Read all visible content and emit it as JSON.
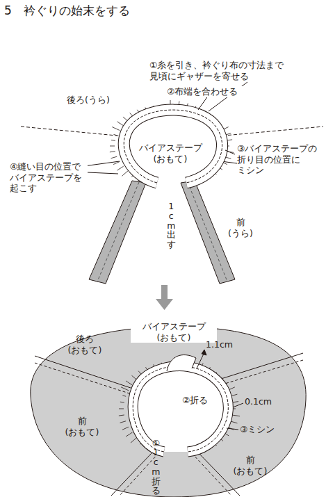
{
  "diagram": {
    "title": "5　衿ぐりの始末をする",
    "labels": [
      "①糸を引き、衿ぐり布の寸法まで 見頃にギャザーを寄せる",
      "②布端を合わせる",
      "後ろ(うら)",
      "バイアステープ (おもて)",
      "③バイアステープの 折り目の位置に ミシン",
      "④縫い目の位置で バイアステープを 起こす",
      "1cm出す",
      "前 (うら)",
      "後ろ (おもて)",
      "バイアステープ (おもて)",
      "1.1cm",
      "②折る",
      "0.1cm",
      "前 (おもて)",
      "③ミシン",
      "前 (おもて)",
      "①1cm折る"
    ]
  }
}
